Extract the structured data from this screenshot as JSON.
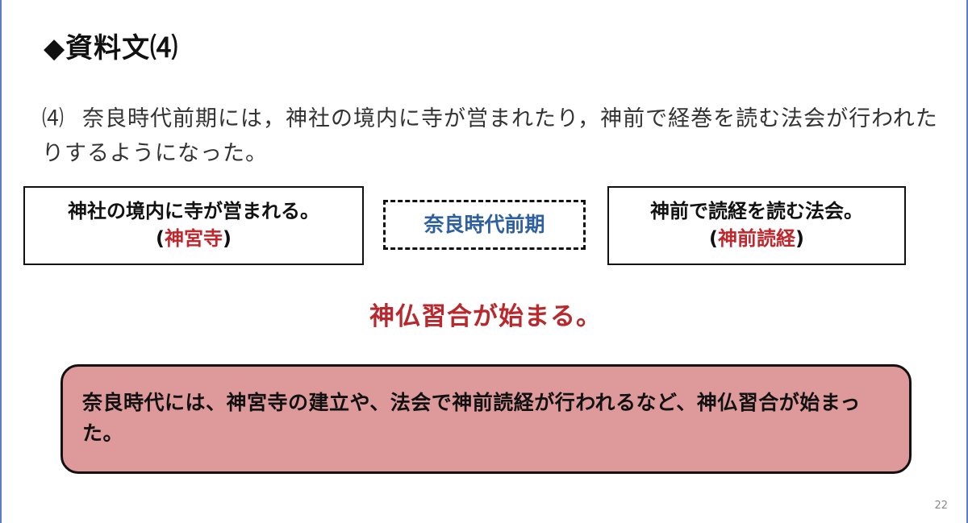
{
  "slide": {
    "title": "◆資料文⑷",
    "source_number": "⑷",
    "source_text": "奈良時代前期には，神社の境内に寺が営まれたり，神前で経巻を読む法会が行われたりするようになった。",
    "left_box": {
      "line1": "神社の境内に寺が営まれる。",
      "open_paren": "(",
      "term": "神宮寺",
      "close_paren": ")"
    },
    "middle_box": {
      "label": "奈良時代前期"
    },
    "right_box": {
      "line1": "神前で読経を読む法会。",
      "open_paren": "(",
      "term": "神前読経",
      "close_paren": ")"
    },
    "conclusion": "神仏習合が始まる。",
    "summary": "奈良時代には、神宮寺の建立や、法会で神前読経が行われるなど、神仏習合が始まった。",
    "page_number": "22"
  },
  "colors": {
    "accent_red": "#c0272d",
    "accent_blue": "#2e5fa0",
    "summary_fill": "#de9a9b",
    "frame_blue": "#5b7fc7"
  }
}
